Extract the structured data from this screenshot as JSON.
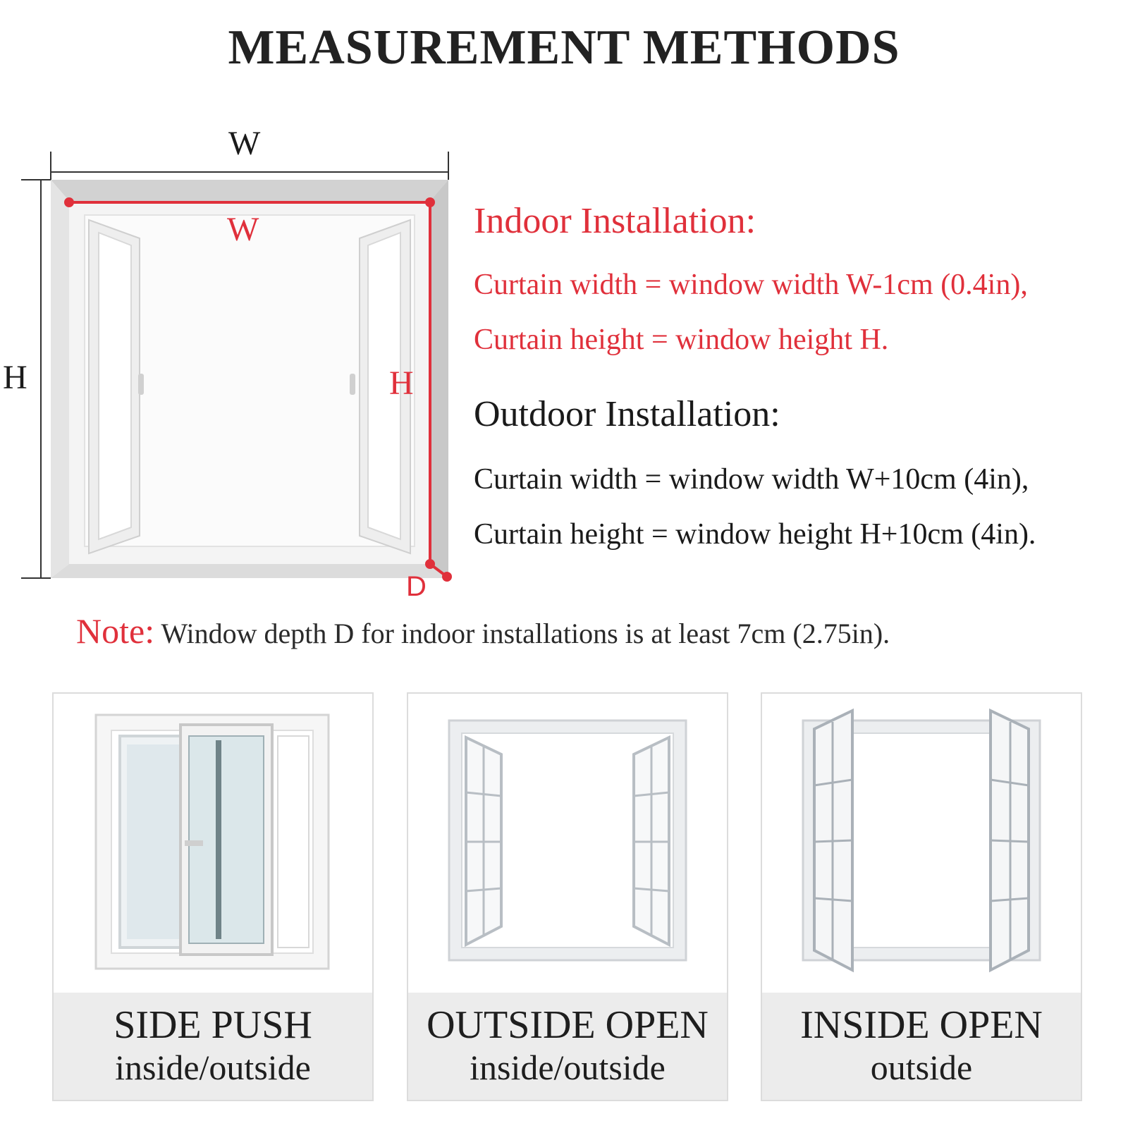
{
  "title": "MEASUREMENT METHODS",
  "diagram": {
    "outer_width_label": "W",
    "outer_height_label": "H",
    "inner_width_label": "W",
    "inner_height_label": "H",
    "depth_label": "D"
  },
  "indoor": {
    "heading": "Indoor Installation:",
    "width_rule": "Curtain width = window width W-1cm (0.4in),",
    "height_rule": "Curtain height = window height H."
  },
  "outdoor": {
    "heading": "Outdoor Installation:",
    "width_rule": "Curtain width = window width W+10cm (4in),",
    "height_rule": "Curtain height = window height H+10cm (4in)."
  },
  "note": {
    "label": "Note:",
    "text": "Window depth D for indoor installations is at least 7cm (2.75in)."
  },
  "window_types": [
    {
      "title": "SIDE PUSH",
      "subtitle": "inside/outside"
    },
    {
      "title": "OUTSIDE OPEN",
      "subtitle": "inside/outside"
    },
    {
      "title": "INSIDE OPEN",
      "subtitle": "outside"
    }
  ],
  "colors": {
    "accent_red": "#e0303b",
    "text_dark": "#1a1a1a",
    "caption_bg": "#ececec"
  }
}
